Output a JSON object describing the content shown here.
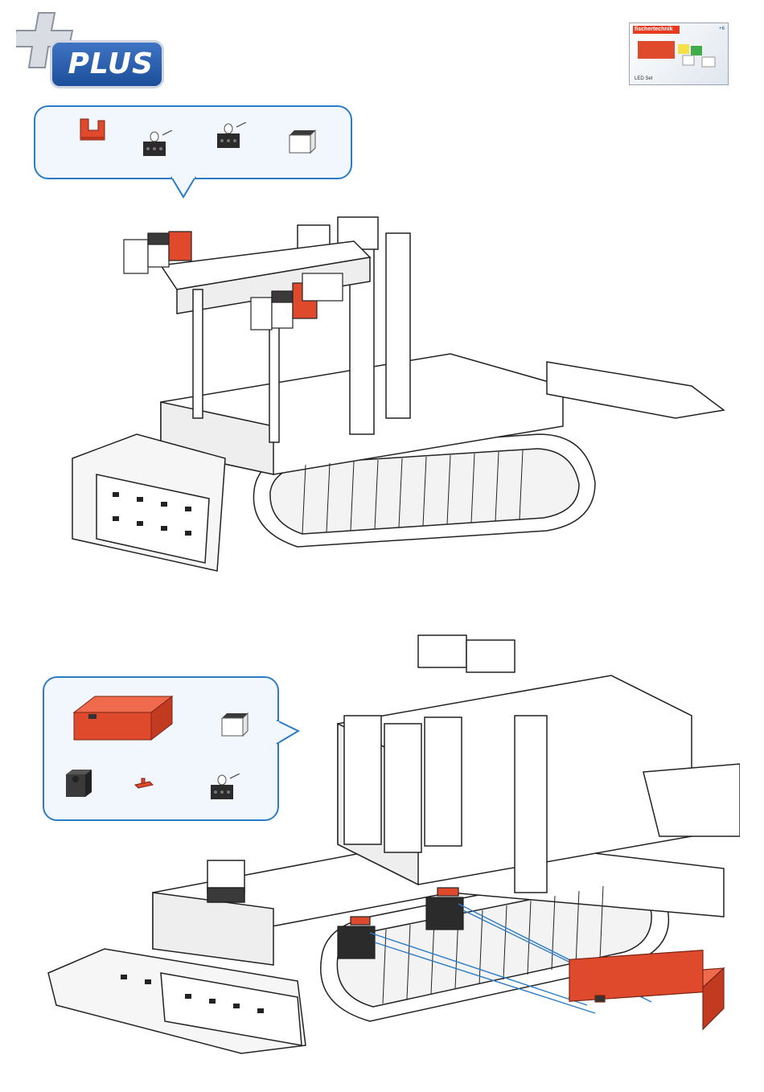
{
  "header": {
    "logo_text": "PLUS",
    "kit": {
      "brand": "fischertechnik",
      "title": "LED Set",
      "age": "+6"
    }
  },
  "step1": {
    "parts": [
      {
        "icon": "red-angle-block-icon",
        "color": "#e04a2c"
      },
      {
        "icon": "led-socket-icon",
        "color": "#2b2b2b"
      },
      {
        "icon": "led-socket-icon",
        "color": "#2b2b2b"
      },
      {
        "icon": "white-lamp-cap-icon",
        "color": "#f4f4f4"
      }
    ]
  },
  "step2": {
    "parts": [
      {
        "icon": "battery-box-icon",
        "color": "#e04a2c"
      },
      {
        "icon": "white-lamp-cap-icon",
        "color": "#f4f4f4"
      },
      {
        "icon": "black-building-block-icon",
        "color": "#3a3a3a"
      },
      {
        "icon": "red-plug-icon",
        "color": "#e04a2c"
      },
      {
        "icon": "led-socket-icon",
        "color": "#2b2b2b"
      }
    ]
  },
  "colors": {
    "accent": "#2c7bc6",
    "part_red": "#e04a2c",
    "wire": "#2c7bc6"
  }
}
